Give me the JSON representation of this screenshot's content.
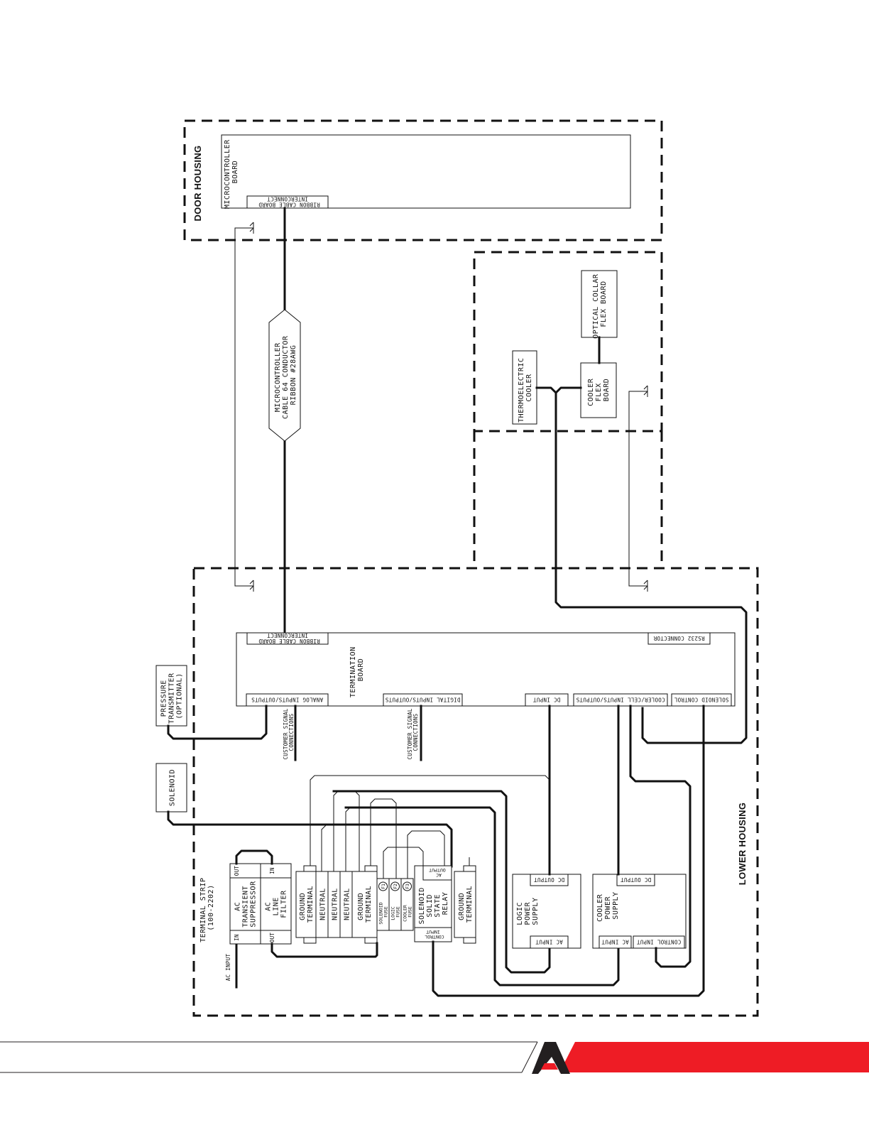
{
  "housings": {
    "door": "DOOR HOUSING",
    "lower": "LOWER HOUSING"
  },
  "boards": {
    "microcontroller": [
      "MICROCONTROLLER",
      "BOARD"
    ],
    "ribbon_top": [
      "RIBBON CABLE BOARD",
      "INTERCONNECT"
    ],
    "ribbon_bottom": [
      "RIBBON CABLE BOARD",
      "INTERCONNECT"
    ],
    "termination": [
      "TERMINATION",
      "BOARD"
    ]
  },
  "cable": [
    "MICROCONTROLLER",
    "CABLE 64 CONDUCTOR",
    "RIBBON #28AWG"
  ],
  "cooler": {
    "thermoelectric": [
      "THERMOELECTRIC",
      "COOLER"
    ],
    "optical": [
      "OPTICAL COLLAR",
      "FLEX BOARD"
    ],
    "flex": [
      "COOLER",
      "FLEX",
      "BOARD"
    ]
  },
  "connectors": {
    "analog": "ANALOG INPUTS/OUTPUTS",
    "digital": "DIGITAL INPUTS/OUTPUTS",
    "dc_input": "DC INPUT",
    "cooler_cell": "COOLER/CELL INPUTS/OUTPUTS",
    "solenoid_control": "SOLENOID CONTROL",
    "rs232": "RS232 CONNECTOR"
  },
  "customer_signal": [
    "CUSTOMER SIGNAL",
    "CONNECTIONS"
  ],
  "external": {
    "pressure": [
      "PRESSURE",
      "TRANSMITTER",
      "(OPTIONAL)"
    ],
    "solenoid": "SOLENOID"
  },
  "terminal_strip": {
    "title": [
      "TERMINAL STRIP",
      "(100-2202)"
    ],
    "ac_input": "AC INPUT",
    "suppressor": [
      "AC",
      "TRANSIENT",
      "SUPPRESSOR"
    ],
    "filter": [
      "AC",
      "LINE",
      "FILTER"
    ],
    "in": "IN",
    "out": "OUT",
    "ground": [
      "GROUND",
      "TERMINAL"
    ],
    "neutral": "NEUTRAL",
    "solenoid_fuse": [
      "SOLENOID",
      "FUSE"
    ],
    "logic_fuse": [
      "LOGIC",
      "FUSE"
    ],
    "cooler_fuse": [
      "COOLER",
      "FUSE"
    ],
    "f1": "F1",
    "f2": "F2",
    "f3": "F3",
    "relay": [
      "SOLENOID",
      "SOLID",
      "STATE",
      "RELAY"
    ],
    "relay_ac_output": [
      "AC",
      "OUTPUT"
    ],
    "relay_control_input": [
      "CONTROL",
      "INPUT"
    ]
  },
  "supplies": {
    "logic": [
      "LOGIC",
      "POWER",
      "SUPPLY"
    ],
    "cooler": [
      "COOLER",
      "POWER",
      "SUPPLY"
    ],
    "dc_output": "DC OUTPUT",
    "ac_input": "AC INPUT",
    "control_input": "CONTROL INPUT"
  },
  "brand": {
    "red": "#ee1c25",
    "dark": "#231f20"
  }
}
